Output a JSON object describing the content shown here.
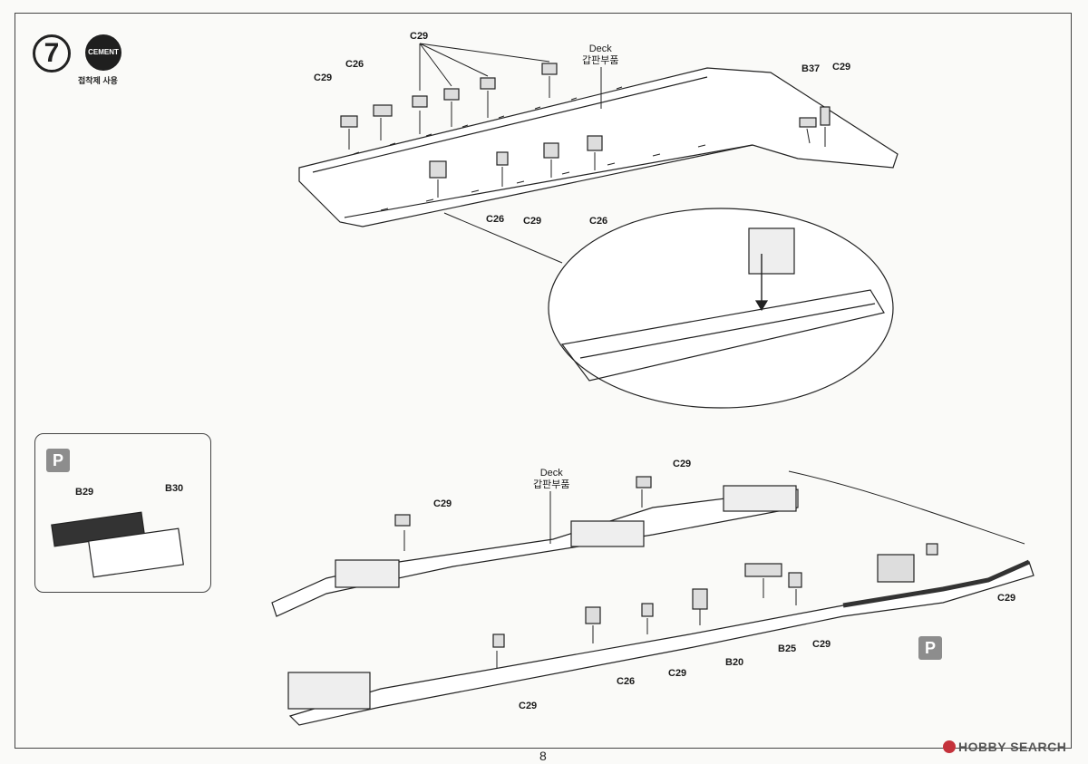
{
  "step": {
    "number": "7",
    "cement_badge": "CEMENT",
    "cement_note": "접착제 사용"
  },
  "upper": {
    "deck_label": "Deck",
    "deck_label_ko": "갑판부품",
    "parts": [
      "C29",
      "C26",
      "C29",
      "B37",
      "C29",
      "C26",
      "C29",
      "C26"
    ]
  },
  "inset": {
    "badge": "P",
    "parts": [
      "B29",
      "B30"
    ]
  },
  "lower": {
    "deck_label": "Deck",
    "deck_label_ko": "갑판부품",
    "parts": [
      "C29",
      "C29",
      "C29",
      "C29",
      "C26",
      "C29",
      "B20",
      "B25",
      "C29"
    ],
    "p_badge": "P"
  },
  "page_number": "8",
  "watermark": "HOBBY SEARCH"
}
